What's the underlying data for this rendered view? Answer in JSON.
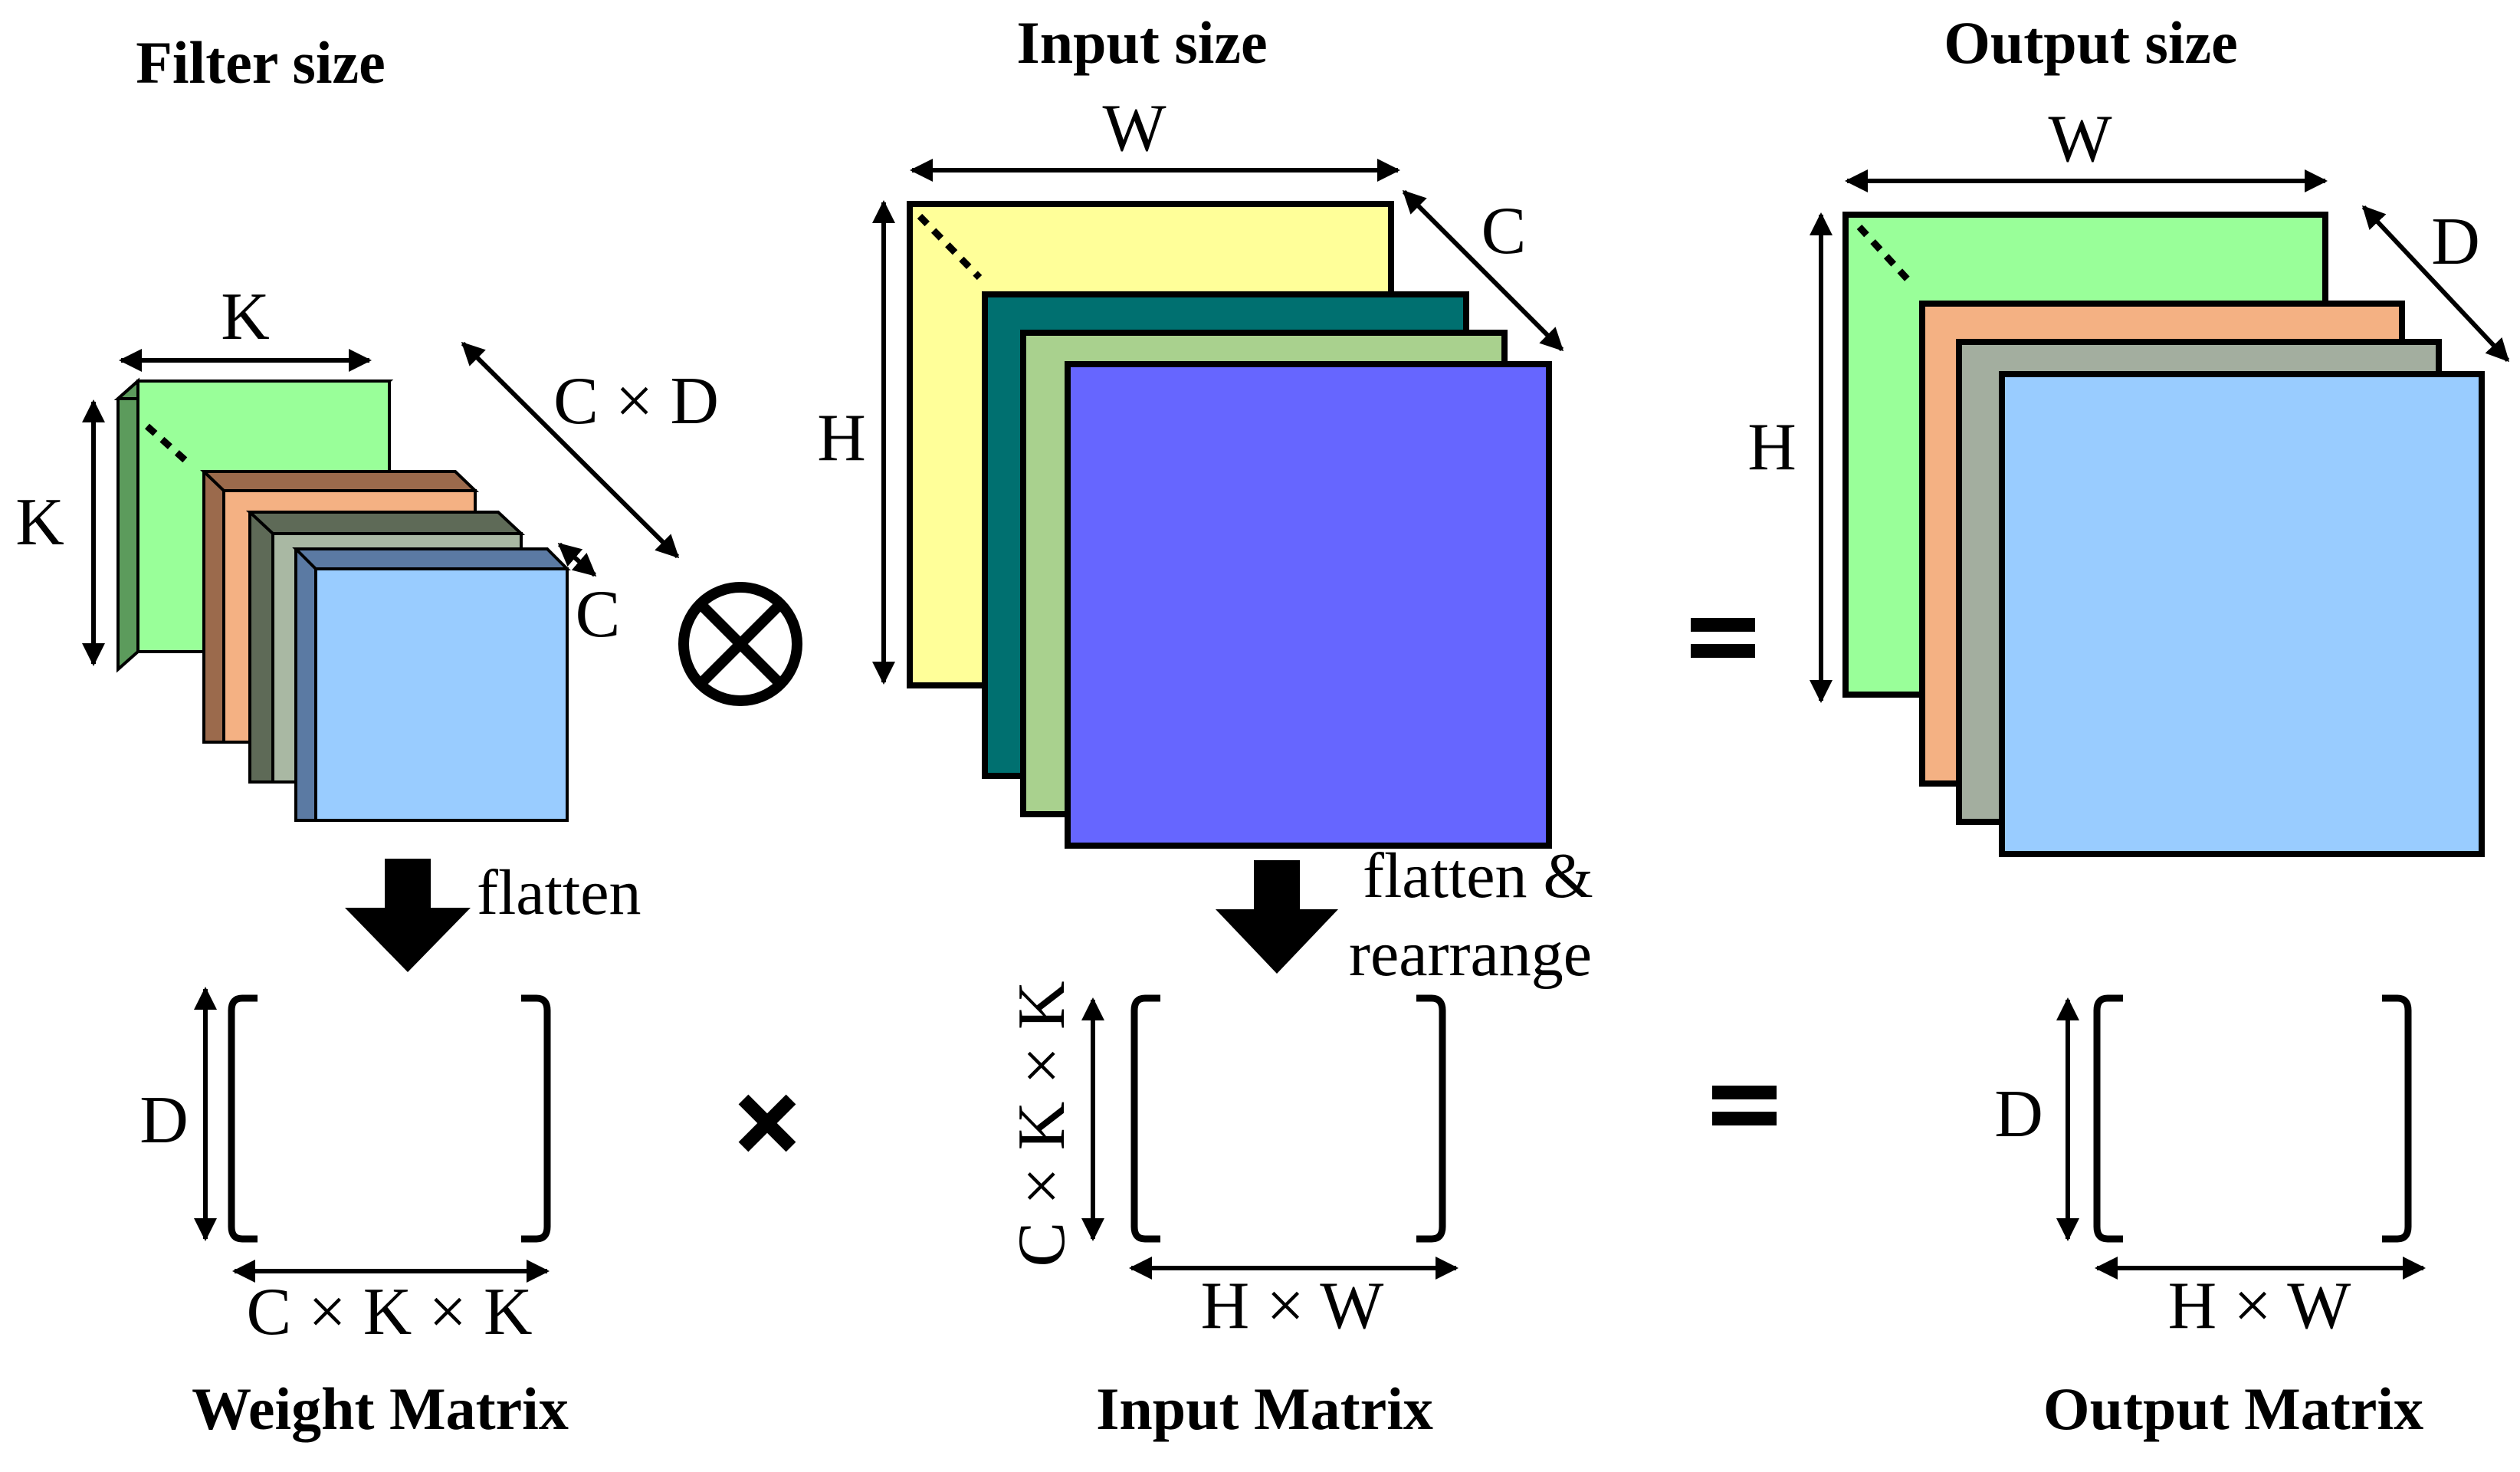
{
  "headings": {
    "filter": "Filter size",
    "input": "Input size",
    "output": "Output size"
  },
  "filter": {
    "width_label": "K",
    "height_label": "K",
    "count_label": "C × D",
    "depth_label": "C",
    "colors": [
      "#99ff99",
      "#f4b183",
      "#a9b8a3",
      "#99ccff"
    ],
    "side_colors": [
      "#5c9b5c",
      "#9b6a4c",
      "#5e6a57",
      "#5b7aa3"
    ]
  },
  "input": {
    "width_label": "W",
    "height_label": "H",
    "depth_label": "C",
    "colors": [
      "#ffff99",
      "#007070",
      "#a9d18e",
      "#6666ff"
    ]
  },
  "output": {
    "width_label": "W",
    "height_label": "H",
    "depth_label": "D",
    "colors": [
      "#99ff99",
      "#f4b183",
      "#a3ae9f",
      "#99ccff"
    ]
  },
  "operators": {
    "convolve": "⊗",
    "equals_top": "=",
    "multiply": "×",
    "equals_bottom": "="
  },
  "arrows": {
    "flatten": "flatten",
    "flatten_rearrange_line1": "flatten &",
    "flatten_rearrange_line2": "rearrange"
  },
  "weight_matrix": {
    "rows_label": "D",
    "cols_label": "C × K × K",
    "name": "Weight Matrix"
  },
  "input_matrix": {
    "rows_label": "C × K × K",
    "cols_label": "H × W",
    "name": "Input Matrix"
  },
  "output_matrix": {
    "rows_label": "D",
    "cols_label": "H × W",
    "name": "Output Matrix"
  }
}
